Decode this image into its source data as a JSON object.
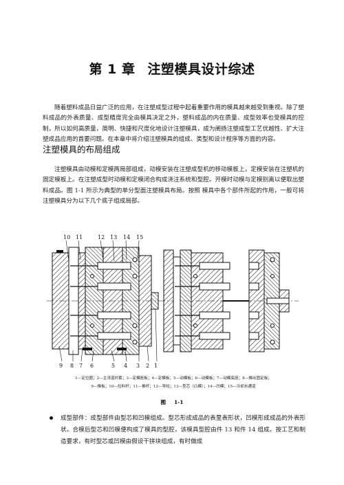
{
  "chapter": {
    "number": "第 1 章",
    "title": "注塑模具设计综述"
  },
  "intro_paragraph": "随着塑料成品日益广泛的应用，在注塑成型过程中起着重要作用的模具越来越受到重视。除了塑料成品的外表质量、成型精度完全由模具决定之外，塑料成品的内在质量、成型效率也受模具的控制，所以如何高质量，简明、快捷和尺度化地设计注塑模具，成为阐扬注塑成型工艺优越性、扩大注塑成品应用的首要问题。在本章中将介绍注塑模具的组成、类型和设计程序等方面的内容。",
  "section": {
    "title": "注塑模具的布局组成",
    "paragraph": "注塑模具由动模和定模两局部组成，动模安装在注塑成型机的移动模板上，定模安装在注塑机的固定模板上。在注塑成型时动模和定模闭合构成浇注系统和型腔。开模时动模与定模别离以便取出塑料成品。图 1-1 所示为典型的单分型面注塑模具布局。按照 模具中各个部件所起的作用，一般可将注塑模具分为以下几个底子组成局部。"
  },
  "figure": {
    "top_labels": [
      "10",
      "11",
      "12",
      "13",
      "14",
      "15"
    ],
    "bottom_labels": [
      "9",
      "8",
      "7",
      "6",
      "5",
      "4",
      "3",
      "2",
      "1"
    ],
    "legend_line1": "1—定位圈；2—主浇道衬套；3—定模座板；4—定模板；5—动模板；6—动模板；7—动模底座；8—推出固定板；",
    "legend_line2": "9—推板；10—拉料杆；11—推杆；12—导柱；13—型芯（凸模）；14—凹模；15—冷却水通道",
    "label_prefix": "图",
    "label_num": "1-1"
  },
  "bullet": {
    "text": "成型部件：成型部件由型芯和凹模组成。型芯形成成品的表里表形状，凹模形成成品的外表形状。合模后型芯和凹模便构成了模具的型腔，该模具型腔由件 13 和件 14 组成。按工艺和制造要求，有时型芯或凹模由假设干拼块组成，有时做成"
  }
}
